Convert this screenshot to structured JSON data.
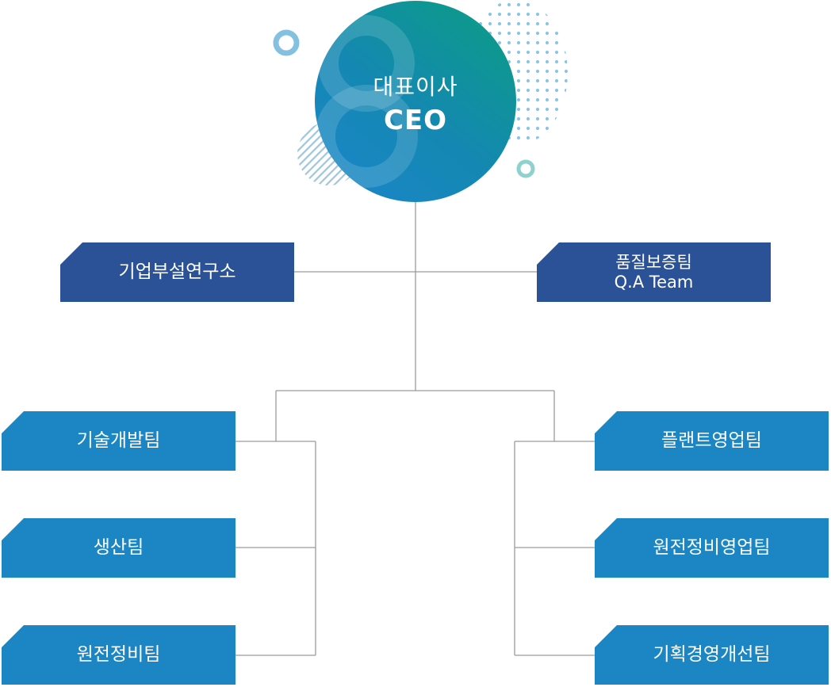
{
  "ceo": {
    "title": "대표이사",
    "subtitle": "CEO"
  },
  "staff": {
    "left": {
      "label": "기업부설연구소"
    },
    "right": {
      "label": "품질보증팀",
      "sublabel": "Q.A Team"
    }
  },
  "teams": {
    "left": [
      "기술개발팀",
      "생산팀",
      "원전정비팀"
    ],
    "right": [
      "플랜트영업팀",
      "원전정비영업팀",
      "기획경영개선팀"
    ]
  },
  "colors": {
    "staff_box": "#2b5297",
    "team_box": "#1b86c3",
    "connector": "#9b9b9b",
    "ceo_gradient_start": "#0d9a8a",
    "ceo_gradient_end": "#1a86c6",
    "ring_blue": "#84c1e0",
    "ring_teal": "#8ed1cf"
  }
}
